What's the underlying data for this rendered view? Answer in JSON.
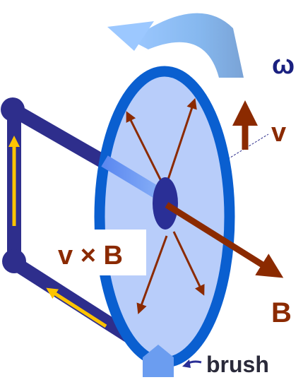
{
  "labels": {
    "omega": "ω",
    "velocity": "v",
    "cross_product": "v × B",
    "field": "B",
    "brush": "brush"
  },
  "colors": {
    "wire": "#2e2e8c",
    "disk_rim": "#0a5fd0",
    "disk_fill": "#b8cdfa",
    "hub": "#2a2f96",
    "vector_arrows": "#8b2a00",
    "current_arrows": "#ffc400",
    "rotation_arrow": "#86b8ef",
    "omega_text": "#1a2080",
    "brush": "#6b9df0"
  },
  "icons": {
    "rotation": "curved-rotation-arrow-icon",
    "brush_pointer": "curved-pointer-arrow-icon"
  }
}
